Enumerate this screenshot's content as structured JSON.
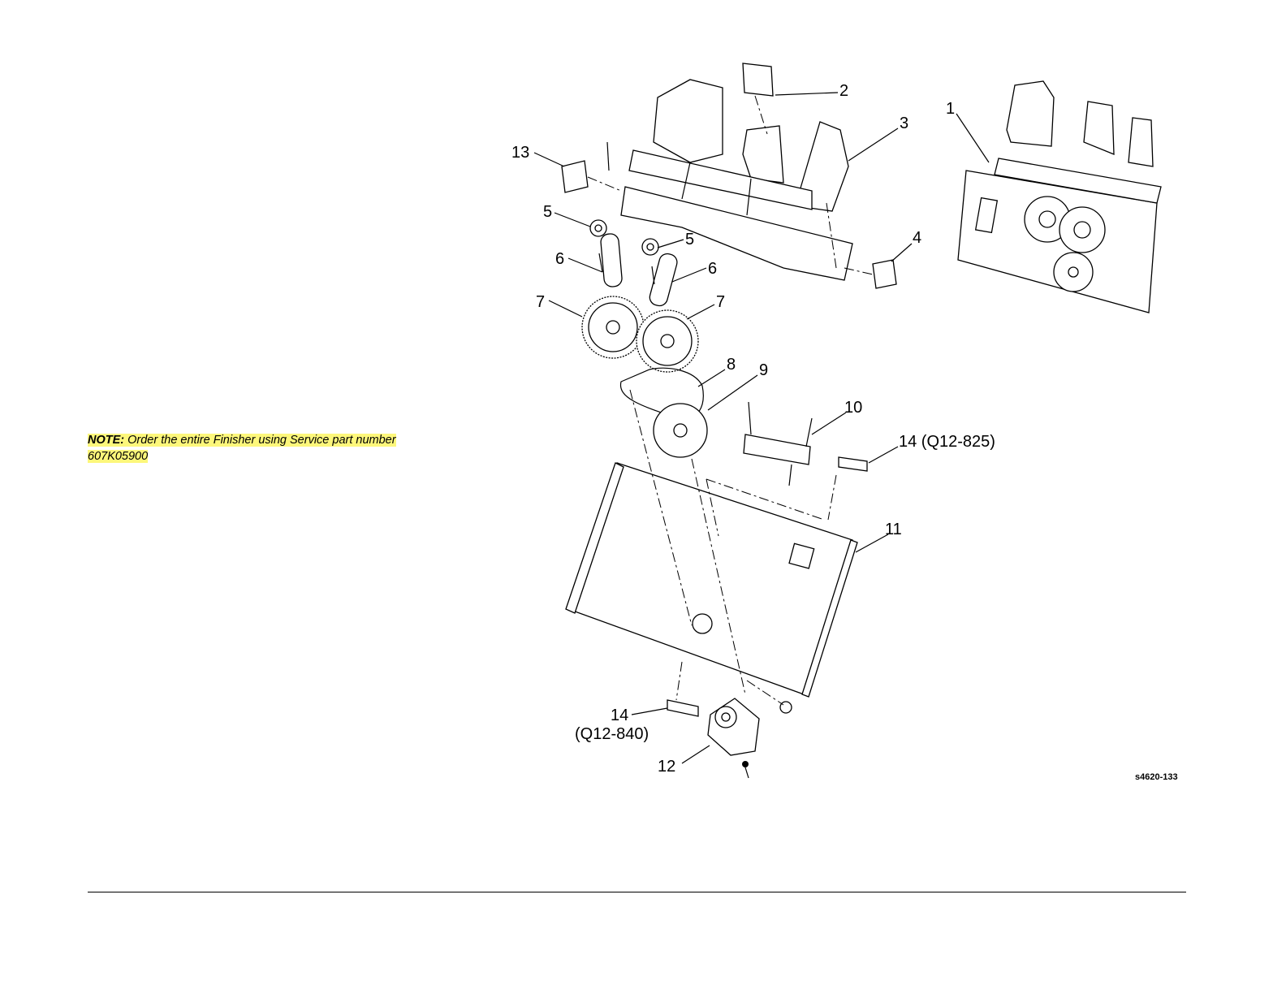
{
  "note": {
    "label": "NOTE:",
    "text_line1": " Order the entire Finisher using Service part number",
    "text_line2": "607K05900"
  },
  "callouts": {
    "c1": "1",
    "c2": "2",
    "c3": "3",
    "c4": "4",
    "c5a": "5",
    "c5b": "5",
    "c6a": "6",
    "c6b": "6",
    "c7a": "7",
    "c7b": "7",
    "c8": "8",
    "c9": "9",
    "c10": "10",
    "c11": "11",
    "c12": "12",
    "c13": "13",
    "c14a": "14 (Q12-825)",
    "c14b_num": "14",
    "c14b_code": "(Q12-840)"
  },
  "figure_id": "s4620-133"
}
